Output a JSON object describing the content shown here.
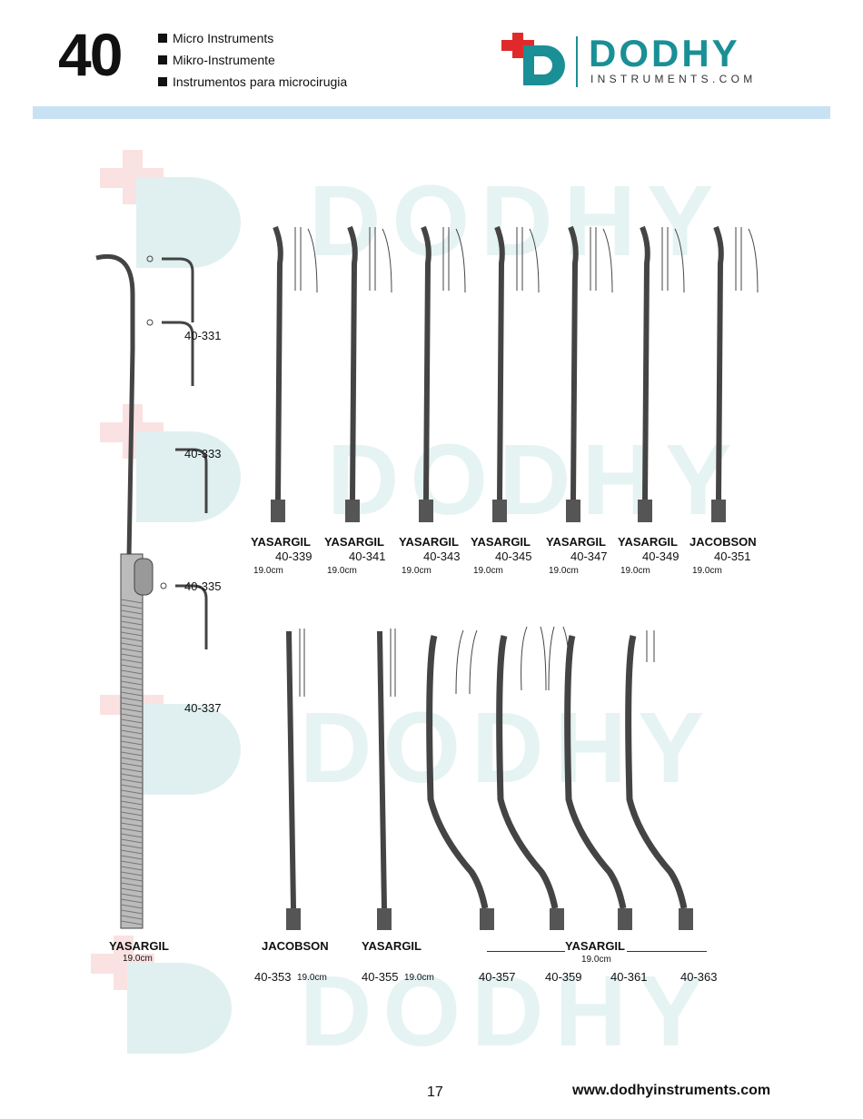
{
  "header": {
    "chapter": "40",
    "categories": [
      "Micro Instruments",
      "Mikro-Instrumente",
      "Instrumentos para microcirugia"
    ]
  },
  "logo": {
    "name": "DODHY",
    "sub": "INSTRUMENTS.COM",
    "colors": {
      "teal": "#1a8f96",
      "red": "#e02a2a"
    }
  },
  "watermark": "DODHY",
  "left_instrument": {
    "name": "YASARGIL",
    "length": "19.0cm",
    "tips": [
      "40-331",
      "40-333",
      "40-335",
      "40-337"
    ]
  },
  "row1": [
    {
      "name": "YASARGIL",
      "code": "40-339",
      "length": "19.0cm"
    },
    {
      "name": "YASARGIL",
      "code": "40-341",
      "length": "19.0cm"
    },
    {
      "name": "YASARGIL",
      "code": "40-343",
      "length": "19.0cm"
    },
    {
      "name": "YASARGIL",
      "code": "40-345",
      "length": "19.0cm"
    },
    {
      "name": "YASARGIL",
      "code": "40-347",
      "length": "19.0cm"
    },
    {
      "name": "YASARGIL",
      "code": "40-349",
      "length": "19.0cm"
    },
    {
      "name": "JACOBSON",
      "code": "40-351",
      "length": "19.0cm"
    }
  ],
  "row2": {
    "jacobson": {
      "name": "JACOBSON",
      "code": "40-353",
      "length": "19.0cm"
    },
    "yasargil": {
      "name": "YASARGIL",
      "code": "40-355",
      "length": "19.0cm"
    },
    "group": {
      "name": "YASARGIL",
      "length": "19.0cm",
      "codes": [
        "40-357",
        "40-359",
        "40-361",
        "40-363"
      ]
    }
  },
  "footer": {
    "page": "17",
    "url": "www.dodhyinstruments.com"
  }
}
